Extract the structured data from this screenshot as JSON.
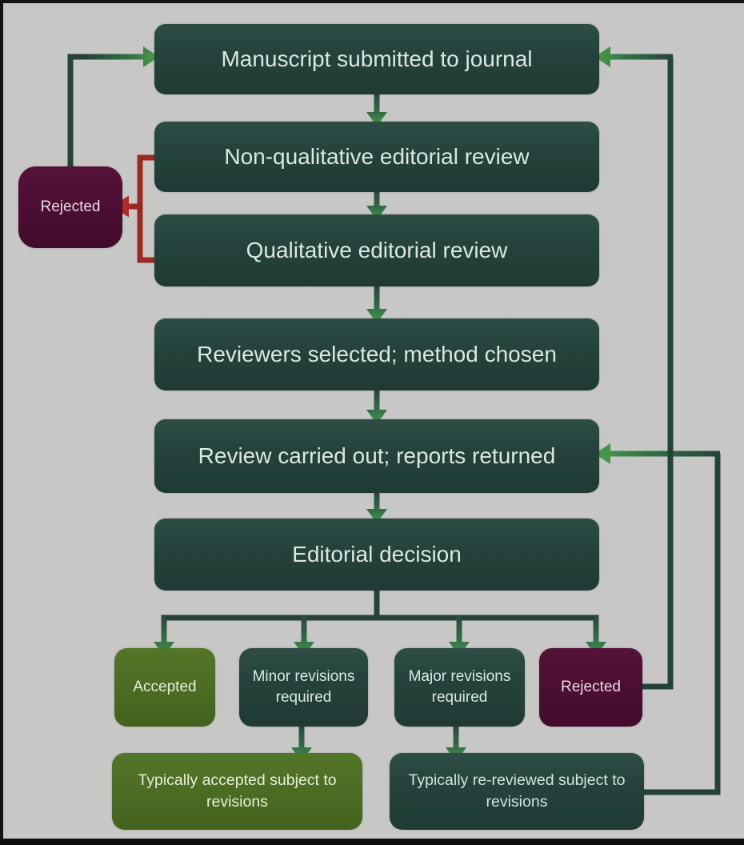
{
  "figure": {
    "type": "flowchart",
    "title": "",
    "background_color": "#c7c7c5",
    "colors": {
      "process_box": "#24423b",
      "accepted_box": "#4a6a22",
      "rejected_box": "#4a0e31",
      "connector_dark": "#24423a",
      "arrow_green": "#44a04c",
      "reject_arrow_red": "#a82c22",
      "text_light": "#d9e8e3"
    },
    "nodes": {
      "manuscript": {
        "label": "Manuscript submitted to journal",
        "variant": "process"
      },
      "nonqualitative": {
        "label": "Non-qualitative editorial review",
        "variant": "process"
      },
      "qualitative": {
        "label": "Qualitative editorial review",
        "variant": "process"
      },
      "reviewers": {
        "label": "Reviewers selected; method chosen",
        "variant": "process"
      },
      "review": {
        "label": "Review carried out; reports returned",
        "variant": "process"
      },
      "decision": {
        "label": "Editorial decision",
        "variant": "process"
      },
      "rejected_left": {
        "label": "Rejected",
        "variant": "rejected"
      },
      "accepted": {
        "label": "Accepted",
        "variant": "accepted"
      },
      "minor": {
        "label": "Minor revisions required",
        "variant": "process"
      },
      "major": {
        "label": "Major revisions required",
        "variant": "process"
      },
      "rejected_bottom": {
        "label": "Rejected",
        "variant": "rejected"
      },
      "typically_accepted": {
        "label": "Typically accepted subject to revisions",
        "variant": "accepted"
      },
      "typically_rereviewed": {
        "label": "Typically re-reviewed subject to revisions",
        "variant": "process"
      }
    },
    "connectors": [
      {
        "from": "manuscript",
        "to": "nonqualitative",
        "style": "green-arrow"
      },
      {
        "from": "nonqualitative",
        "to": "qualitative",
        "style": "green-arrow"
      },
      {
        "from": "qualitative",
        "to": "reviewers",
        "style": "green-arrow"
      },
      {
        "from": "reviewers",
        "to": "review",
        "style": "green-arrow"
      },
      {
        "from": "review",
        "to": "decision",
        "style": "green-arrow"
      },
      {
        "from": "decision",
        "to": "accepted",
        "style": "green-arrow"
      },
      {
        "from": "decision",
        "to": "minor",
        "style": "green-arrow"
      },
      {
        "from": "decision",
        "to": "major",
        "style": "green-arrow"
      },
      {
        "from": "decision",
        "to": "rejected_bottom",
        "style": "green-arrow"
      },
      {
        "from": "minor",
        "to": "typically_accepted",
        "style": "green-arrow"
      },
      {
        "from": "major",
        "to": "typically_rereviewed",
        "style": "green-arrow"
      },
      {
        "from": "nonqualitative",
        "to": "rejected_left",
        "style": "red-arrow"
      },
      {
        "from": "qualitative",
        "to": "rejected_left",
        "style": "red-arrow"
      },
      {
        "from": "rejected_left",
        "to": "manuscript",
        "style": "green-arrow-loop"
      },
      {
        "from": "rejected_bottom",
        "to": "manuscript",
        "style": "green-arrow-loop"
      },
      {
        "from": "typically_rereviewed",
        "to": "review",
        "style": "green-arrow-loop"
      }
    ]
  }
}
